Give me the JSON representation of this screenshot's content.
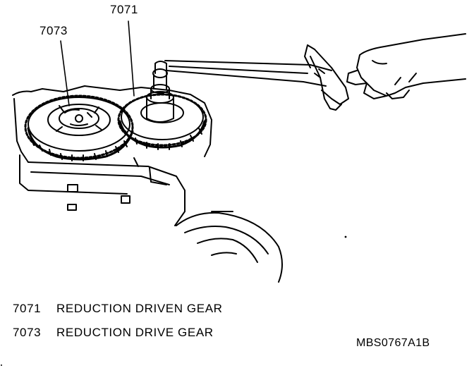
{
  "callouts": {
    "driven_gear": "7071",
    "drive_gear": "7073"
  },
  "legend": [
    {
      "number": "7071",
      "description": "REDUCTION DRIVEN GEAR"
    },
    {
      "number": "7073",
      "description": "REDUCTION DRIVE GEAR"
    }
  ],
  "figure_code": "MBS0767A1B"
}
